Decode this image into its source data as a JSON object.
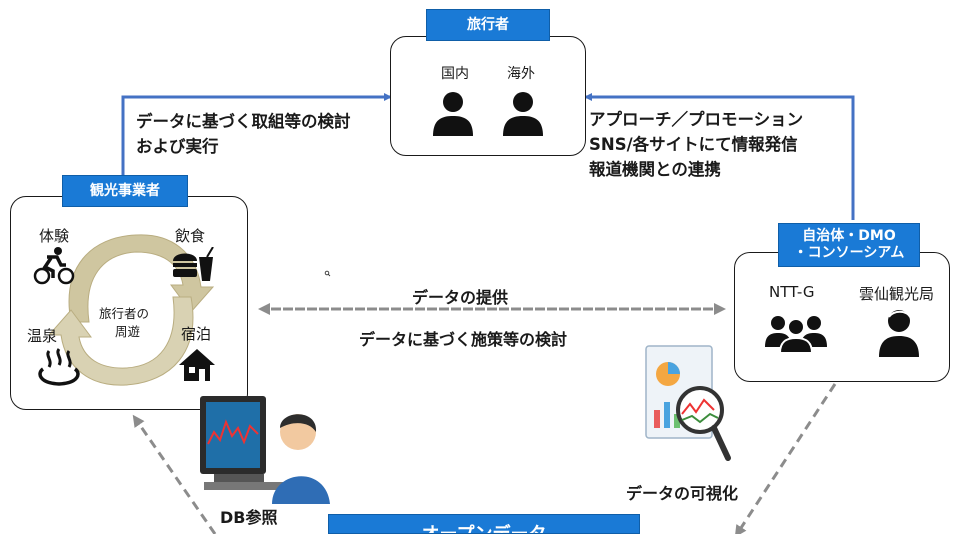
{
  "traveler": {
    "tag": "旅行者",
    "domestic": "国内",
    "overseas": "海外"
  },
  "left_arrow_text": {
    "line1": "データに基づく取組等の検討",
    "line2": "および実行"
  },
  "right_arrow_text": {
    "line1": "アプローチ／プロモーション",
    "line2": "SNS/各サイトにて情報発信",
    "line3": "報道機関との連携"
  },
  "tourism_business": {
    "tag": "観光事業者",
    "experience": "体験",
    "food": "飲食",
    "hot_spring": "温泉",
    "lodging": "宿泊",
    "cycle_line1": "旅行者の",
    "cycle_line2": "周遊"
  },
  "local_gov": {
    "tag_line1": "自治体・DMO",
    "tag_line2": "・コンソーシアム",
    "ntt": "NTT-G",
    "unzen": "雲仙観光局"
  },
  "middle": {
    "provide": "データの提供",
    "measures": "データに基づく施策等の検討"
  },
  "bottom": {
    "db_ref": "DB参照",
    "visualize": "データの可視化",
    "open_data": "オープンデータ"
  },
  "colors": {
    "accent": "#1a7ad6",
    "arrow_blue": "#4472c4",
    "dashed_gray": "#8c8c8c",
    "cycle_fill": "#cfc6a0"
  }
}
